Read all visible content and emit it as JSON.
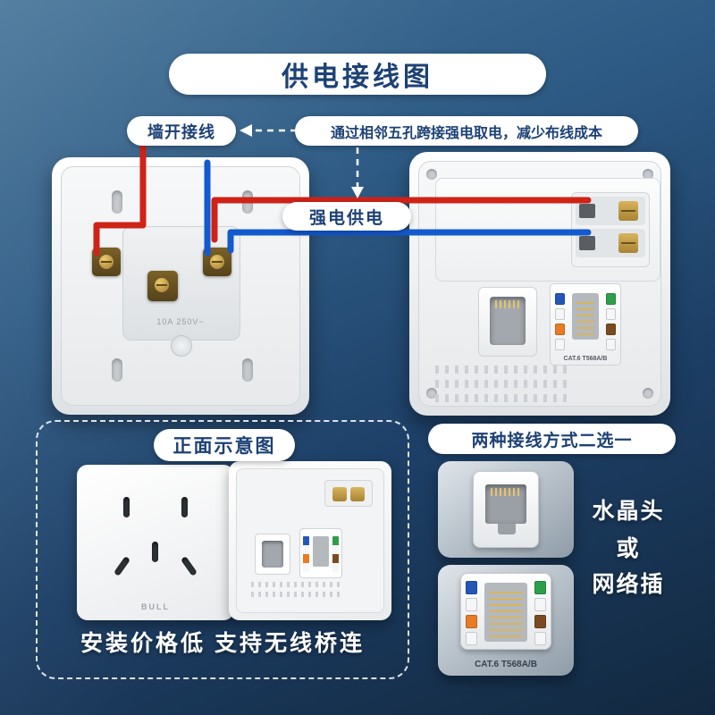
{
  "colors": {
    "bg_top": "#447398",
    "bg_bottom": "#12283f",
    "wire_red": "#cf2318",
    "wire_blue": "#1359cf",
    "pill_text": "#1c4175",
    "brass": "#c9a34a"
  },
  "header": {
    "title": "供电接线图"
  },
  "diagram": {
    "wall_label": "墙开接线",
    "note_label": "通过相邻五孔跨接强电取电，减少布线成本",
    "power_label": "强电供电",
    "socket_rating": "10A 250V~",
    "panel_cat_label": "CAT.6 T568A/B"
  },
  "front_section": {
    "title": "正面示意图",
    "brand": "BULL",
    "caption": "安装价格低 支持无线桥连"
  },
  "options_section": {
    "title": "两种接线方式二选一",
    "option_crystal": "水晶头",
    "or_label": "或",
    "option_network": "网络插",
    "cat_label": "CAT.6  T568A/B"
  }
}
